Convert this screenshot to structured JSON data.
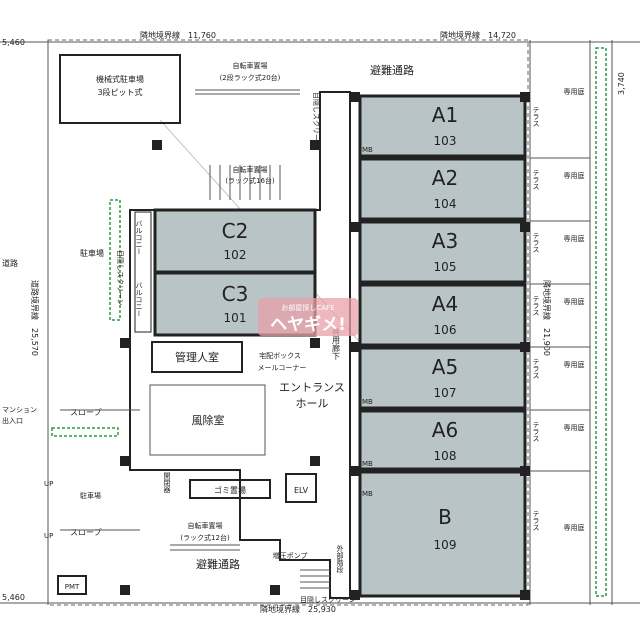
{
  "dimensions": {
    "top_left": "5,460",
    "top_a": "隣地境界線　11,760",
    "top_b": "隣地境界線　14,720",
    "right_top": "3,740",
    "right_mid": "隣地境界線　21,900",
    "left_mid": "道路境界線　25,570",
    "bottom_left": "5,460",
    "bottom_b": "隣地境界線　25,930"
  },
  "units": [
    {
      "name": "A1",
      "number": "103",
      "terrace": "テラス",
      "garden": "専用庭"
    },
    {
      "name": "A2",
      "number": "104",
      "terrace": "テラス",
      "garden": "専用庭"
    },
    {
      "name": "A3",
      "number": "105",
      "terrace": "テラス",
      "garden": "専用庭"
    },
    {
      "name": "A4",
      "number": "106",
      "terrace": "テラス",
      "garden": "専用庭"
    },
    {
      "name": "A5",
      "number": "107",
      "terrace": "テラス",
      "garden": "専用庭"
    },
    {
      "name": "A6",
      "number": "108",
      "terrace": "テラス",
      "garden": "専用庭"
    },
    {
      "name": "B",
      "number": "109",
      "terrace": "テラス",
      "garden": "専用庭"
    },
    {
      "name": "C2",
      "number": "102",
      "balcony": "バルコニー"
    },
    {
      "name": "C3",
      "number": "101",
      "balcony": "バルコニー"
    }
  ],
  "areas": {
    "mech_parking": "機械式駐車場",
    "mech_parking_sub": "3段ピット式",
    "bike_top": "自転車置場",
    "bike_top_sub": "(2段ラック式20台)",
    "bike_mid": "自転車置場",
    "bike_mid_sub": "(ラック式16台)",
    "evac_top": "避難通路",
    "evac_bottom": "避難通路",
    "screen_top": "目隠しスクリーン",
    "screen_left": "目隠しスクリーン",
    "screen_bottom": "目隠しスクリーン",
    "parking_left": "駐車場",
    "road": "道路",
    "common_corridor": "共用廊下",
    "manager": "管理人室",
    "mailbox": "宅配ボックス",
    "mailcorner": "メールコーナー",
    "windbreak": "風除室",
    "entrance": "エントランス",
    "hall": "ホール",
    "slope_a": "スロープ",
    "slope_b": "スロープ",
    "mansion_entry": "マンション",
    "mansion_entry_b": "出入口",
    "parking_b": "駐車場",
    "trash": "ゴミ置場",
    "elv": "ELV",
    "elec": "開閉器",
    "bike_bottom": "自転車置場",
    "bike_bottom_sub": "(ラック式12台)",
    "pump": "増圧ポンプ",
    "stairs": "外部階段",
    "pmt": "PMT",
    "mb": "MB",
    "up": "UP"
  },
  "watermark": {
    "line1": "お部屋探しCAFE",
    "line2": "ヘヤギメ!"
  },
  "colors": {
    "unit_fill": "#b8c4c6",
    "garden_green": "#2e9a3e",
    "watermark": "#e8a0a8"
  }
}
